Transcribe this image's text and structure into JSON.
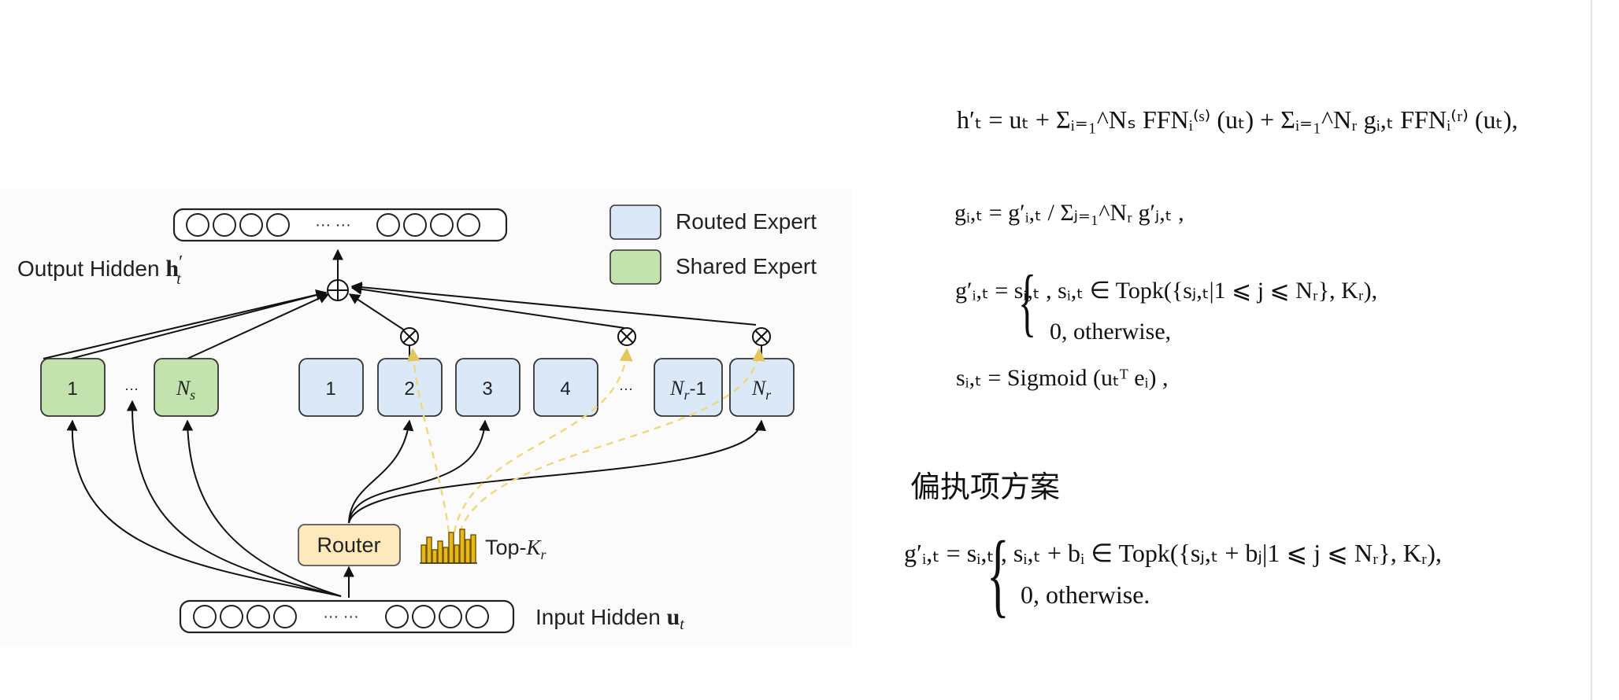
{
  "diagram": {
    "output_label": "Output Hidden",
    "output_symbol": "h",
    "output_prime": "′",
    "output_sub": "t",
    "input_label": "Input Hidden",
    "input_symbol": "u",
    "input_sub": "t",
    "ellipsis_dots": "··· ···",
    "router_label": "Router",
    "topk_label": "Top-",
    "topk_K": "K",
    "topk_sub": "r",
    "legend": {
      "routed": "Routed Expert",
      "shared": "Shared Expert"
    },
    "shared_experts": {
      "first": "1",
      "ellipsis": "···",
      "last_N": "N",
      "last_sub": "s"
    },
    "routed_experts": {
      "e1": "1",
      "e2": "2",
      "e3": "3",
      "e4": "4",
      "ellipsis": "···",
      "nm1_N": "N",
      "nm1_sub": "r",
      "nm1_suffix": "-1",
      "last_N": "N",
      "last_sub": "r"
    },
    "colors": {
      "routed_fill": "#dae8f8",
      "shared_fill": "#c2e3ad",
      "router_fill": "#fde9bb",
      "dashed_line": "#f0d77a",
      "bar_fill": "#e8b818"
    }
  },
  "formulas": {
    "eq1": "h′ₜ = uₜ + Σᵢ₌₁^Nₛ FFNᵢ⁽ˢ⁾ (uₜ) + Σᵢ₌₁^Nᵣ gᵢ,ₜ FFNᵢ⁽ʳ⁾ (uₜ),",
    "eq2": "gᵢ,ₜ = g′ᵢ,ₜ / Σⱼ₌₁^Nᵣ g′ⱼ,ₜ ,",
    "eq3a": "g′ᵢ,ₜ = sᵢ,ₜ ,   sᵢ,ₜ ∈ Topk({sⱼ,ₜ|1 ⩽ j ⩽ Nᵣ}, Kᵣ),",
    "eq3b": "0,   otherwise,",
    "eq4": "sᵢ,ₜ = Sigmoid (uₜᵀ eᵢ) ,",
    "section_heading": "偏执项方案",
    "eq5a": "g′ᵢ,ₜ = sᵢ,ₜ ,   sᵢ,ₜ + bᵢ ∈ Topk({sⱼ,ₜ + bⱼ|1 ⩽ j ⩽ Nᵣ}, Kᵣ),",
    "eq5b": "0,   otherwise."
  }
}
